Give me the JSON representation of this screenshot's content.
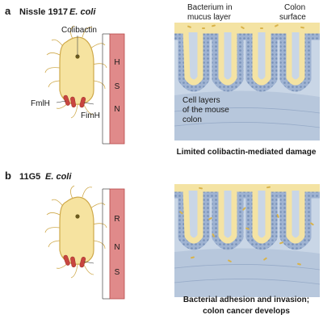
{
  "panel_a": {
    "letter": "a",
    "strain": "Nissle 1917",
    "species": "E. coli",
    "colibactin_label": "Colibactin",
    "fmlh_label": "FmlH",
    "fimh_label": "FimH",
    "bar_letters": [
      "H",
      "S",
      "N"
    ],
    "bacterium_label": [
      "Bacterium in",
      "mucus layer"
    ],
    "colon_surface_label": [
      "Colon",
      "surface"
    ],
    "cell_layers_label": [
      "Cell layers",
      "of the mouse",
      "colon"
    ],
    "caption": "Limited colibactin-mediated damage"
  },
  "panel_b": {
    "letter": "b",
    "strain": "11G5",
    "species": "E. coli",
    "bar_letters": [
      "R",
      "N",
      "S"
    ],
    "caption_lines": [
      "Bacterial adhesion and invasion;",
      "colon cancer develops"
    ]
  },
  "colors": {
    "bacterium_fill": "#f6e3a0",
    "bacterium_stroke": "#cfa94a",
    "pili_red": "#c8453f",
    "bar_fill": "#e08a8a",
    "bar_stroke": "#b84a4a",
    "tissue_blue": "#aebfd6",
    "tissue_light": "#c9d6e6",
    "crypt_cells": "#8ea6c9",
    "mucus": "#f4e3a3"
  }
}
